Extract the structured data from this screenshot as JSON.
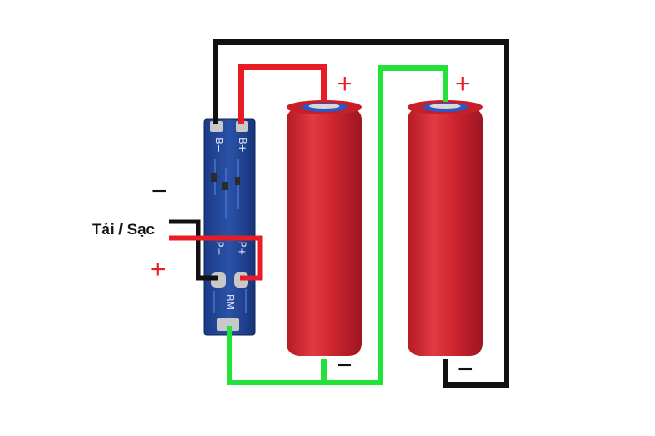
{
  "labels": {
    "load_charge": "Tải / Sạc",
    "load_minus": "−",
    "load_plus": "+",
    "cell1_plus": "+",
    "cell1_minus": "−",
    "cell2_plus": "+",
    "cell2_minus": "−"
  },
  "pcb_pads": {
    "b_minus": "B−",
    "b_plus": "B+",
    "p_minus": "P−",
    "p_plus": "P+",
    "bm": "BM"
  },
  "colors": {
    "wire_red": "#e81c24",
    "wire_black": "#111111",
    "wire_green": "#22e23a",
    "pcb_blue": "#1d3f8c",
    "cell_red": "#c9232c"
  }
}
